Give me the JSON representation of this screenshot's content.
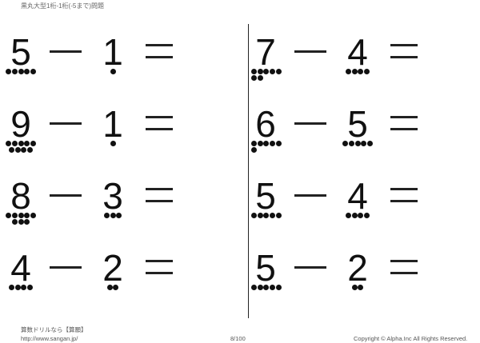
{
  "header": {
    "title": "黒丸大型1桁-1桁(-5まで)問題"
  },
  "problems": [
    {
      "a": "5",
      "op": "−",
      "b": "1",
      "eq": "="
    },
    {
      "a": "7",
      "op": "−",
      "b": "4",
      "eq": "="
    },
    {
      "a": "9",
      "op": "−",
      "b": "1",
      "eq": "="
    },
    {
      "a": "6",
      "op": "−",
      "b": "5",
      "eq": "="
    },
    {
      "a": "8",
      "op": "−",
      "b": "3",
      "eq": "="
    },
    {
      "a": "5",
      "op": "−",
      "b": "4",
      "eq": "="
    },
    {
      "a": "4",
      "op": "−",
      "b": "2",
      "eq": "="
    },
    {
      "a": "5",
      "op": "−",
      "b": "2",
      "eq": "="
    }
  ],
  "footer": {
    "brand": "算数ドリルなら【算願】",
    "url": "http://www.sangan.jp/",
    "page": "8/100",
    "copyright": "Copyright © Alpha.Inc All Rights Reserved."
  }
}
